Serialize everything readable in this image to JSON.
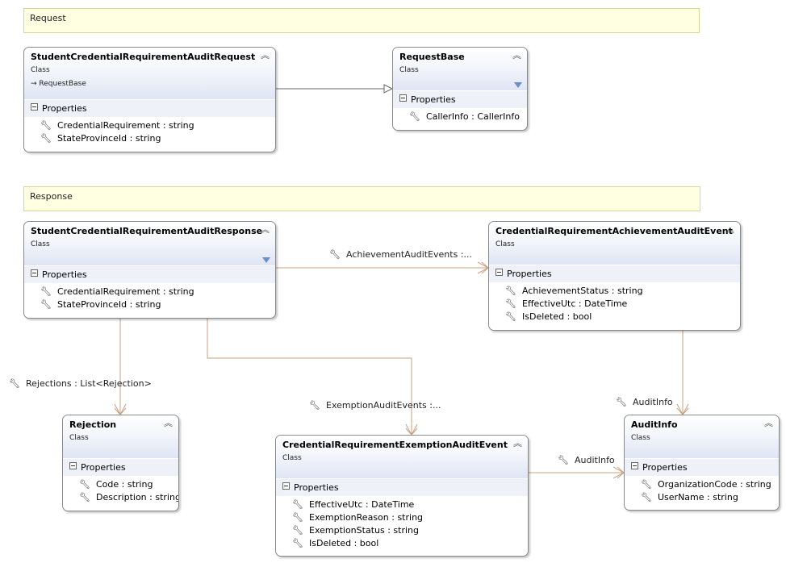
{
  "notes": {
    "request": "Request",
    "response": "Response"
  },
  "classes": {
    "audit_request": {
      "name": "StudentCredentialRequirementAuditRequest",
      "stereotype": "Class",
      "base": "RequestBase",
      "section": "Properties",
      "properties": [
        "CredentialRequirement : string",
        "StateProvinceId : string"
      ]
    },
    "request_base": {
      "name": "RequestBase",
      "stereotype": "Class",
      "section": "Properties",
      "properties": [
        "CallerInfo : CallerInfo"
      ]
    },
    "audit_response": {
      "name": "StudentCredentialRequirementAuditResponse",
      "stereotype": "Class",
      "section": "Properties",
      "properties": [
        "CredentialRequirement : string",
        "StateProvinceId : string"
      ]
    },
    "achievement_event": {
      "name": "CredentialRequirementAchievementAuditEvent",
      "stereotype": "Class",
      "section": "Properties",
      "properties": [
        "AchievementStatus : string",
        "EffectiveUtc : DateTime",
        "IsDeleted : bool"
      ]
    },
    "rejection": {
      "name": "Rejection",
      "stereotype": "Class",
      "section": "Properties",
      "properties": [
        "Code : string",
        "Description : string"
      ]
    },
    "exemption_event": {
      "name": "CredentialRequirementExemptionAuditEvent",
      "stereotype": "Class",
      "section": "Properties",
      "properties": [
        "EffectiveUtc : DateTime",
        "ExemptionReason : string",
        "ExemptionStatus : string",
        "IsDeleted : bool"
      ]
    },
    "audit_info": {
      "name": "AuditInfo",
      "stereotype": "Class",
      "section": "Properties",
      "properties": [
        "OrganizationCode : string",
        "UserName : string"
      ]
    }
  },
  "associations": {
    "achievement_events": "AchievementAuditEvents :...",
    "rejections": "Rejections : List<Rejection>",
    "exemption_events": "ExemptionAuditEvents :...",
    "audit_info_from_achievement": "AuditInfo",
    "audit_info_from_exemption": "AuditInfo"
  },
  "icons": {
    "property": "wrench-icon",
    "collapse": "double-chevron-up-icon",
    "section_toggle": "minus-box-icon",
    "filter": "filter-icon",
    "inheritance": "inheritance-arrow-icon"
  },
  "colors": {
    "note_bg": "#ffffe1",
    "header_gradient_end": "#dfe5f4",
    "association_line": "#c8a07e",
    "inheritance_line": "#666666"
  }
}
